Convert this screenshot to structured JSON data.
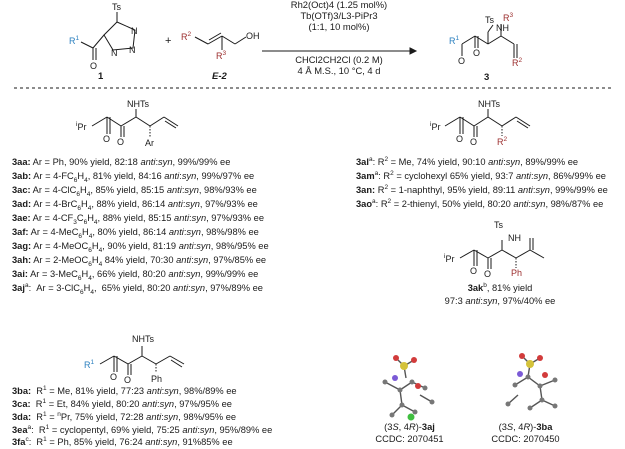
{
  "scheme": {
    "reactant1_label": "1",
    "reactant2_label": "E-2",
    "product_label": "3",
    "plus": "+",
    "conditions": [
      "Rh2(Oct)4 (1.25 mol%)",
      "Tb(OTf)3/L3-PiPr3",
      "(1:1, 10 mol%)",
      "CHCl2CH2Cl (0.2 M)",
      "4 Å M.S., 10 °C, 4 d"
    ]
  },
  "atoms": {
    "Ts": "Ts",
    "N": "N",
    "NH": "NH",
    "NHTs": "NHTs",
    "OH": "OH",
    "O": "O",
    "iPr": "iPr",
    "Ar": "Ar",
    "Ph": "Ph",
    "R1": "R1",
    "R2": "R2",
    "R3": "R3"
  },
  "series_a": [
    {
      "id": "3aa:",
      "text": " Ar = Ph, 90% yield, 82:18 anti:syn, 99%/99% ee"
    },
    {
      "id": "3ab:",
      "text": " Ar = 4-FC6H4, 81% yield, 84:16 anti:syn, 99%/97% ee"
    },
    {
      "id": "3ac:",
      "text": " Ar = 4-ClC6H4, 85% yield, 85:15 anti:syn, 98%/93% ee"
    },
    {
      "id": "3ad:",
      "text": " Ar = 4-BrC6H4, 88% yield, 86:14 anti:syn, 97%/93% ee"
    },
    {
      "id": "3ae:",
      "text": " Ar = 4-CF3C6H4, 88% yield, 85:15 anti:syn, 97%/93% ee"
    },
    {
      "id": "3af:",
      "text": " Ar = 4-MeC6H4, 80% yield, 86:14 anti:syn, 98%/98% ee"
    },
    {
      "id": "3ag:",
      "text": " Ar = 4-MeOC6H4, 90% yield, 81:19 anti:syn, 98%/95% ee"
    },
    {
      "id": "3ah:",
      "text": " Ar = 2-MeOC6H4 84% yield, 70:30 anti:syn, 97%/85% ee"
    },
    {
      "id": "3ai:",
      "text": " Ar = 3-MeC6H4, 66% yield, 80:20 anti:syn, 99%/99% ee"
    },
    {
      "id": "3aja:",
      "text": "  Ar = 3-ClC6H4,  65% yield, 80:20 anti:syn, 97%/89% ee"
    }
  ],
  "series_al": [
    {
      "id": "3ala:",
      "text": " R2 = Me, 74% yield, 90:10 anti:syn, 89%/99% ee"
    },
    {
      "id": "3ama:",
      "text": " R2 = cyclohexyl 65% yield, 93:7 anti:syn, 86%/99% ee"
    },
    {
      "id": "3an:",
      "text": " R2 = 1-naphthyl, 95% yield, 89:11 anti:syn, 99%/99% ee"
    },
    {
      "id": "3aoa:",
      "text": " R2 = 2-thienyl, 50% yield, 80:20 anti:syn, 98%/87% ee"
    }
  ],
  "series_b": [
    {
      "id": "3ba:",
      "text": "  R1 = Me, 81% yield, 77:23 anti:syn, 98%/89% ee"
    },
    {
      "id": "3ca:",
      "text": "  R1 = Et, 84% yield, 80:20 anti:syn, 97%/95% ee"
    },
    {
      "id": "3da:",
      "text": "  R1 = nPr, 75% yield, 72:28 anti:syn, 98%/95% ee"
    },
    {
      "id": "3eaa:",
      "text": "  R1 = cyclopentyl, 69% yield, 75:25 anti:syn, 95%/89% ee"
    },
    {
      "id": "3fac:",
      "text": "  R1 = Ph, 85% yield, 76:24 anti:syn, 91%85% ee"
    }
  ],
  "compound_3ak": {
    "label": "3akb",
    "line1": ", 81% yield",
    "line2": "97:3 anti:syn, 97%/40% ee"
  },
  "crystals": [
    {
      "config": "(3S, 4R)-3aj",
      "ccdc": "CCDC: 2070451"
    },
    {
      "config": "(3S, 4R)-3ba",
      "ccdc": "CCDC: 2070450"
    }
  ],
  "colors": {
    "r1": "#2a7fbf",
    "r2": "#9b2c2c",
    "r3": "#9b2c2c",
    "line": "#1a1a1a"
  }
}
